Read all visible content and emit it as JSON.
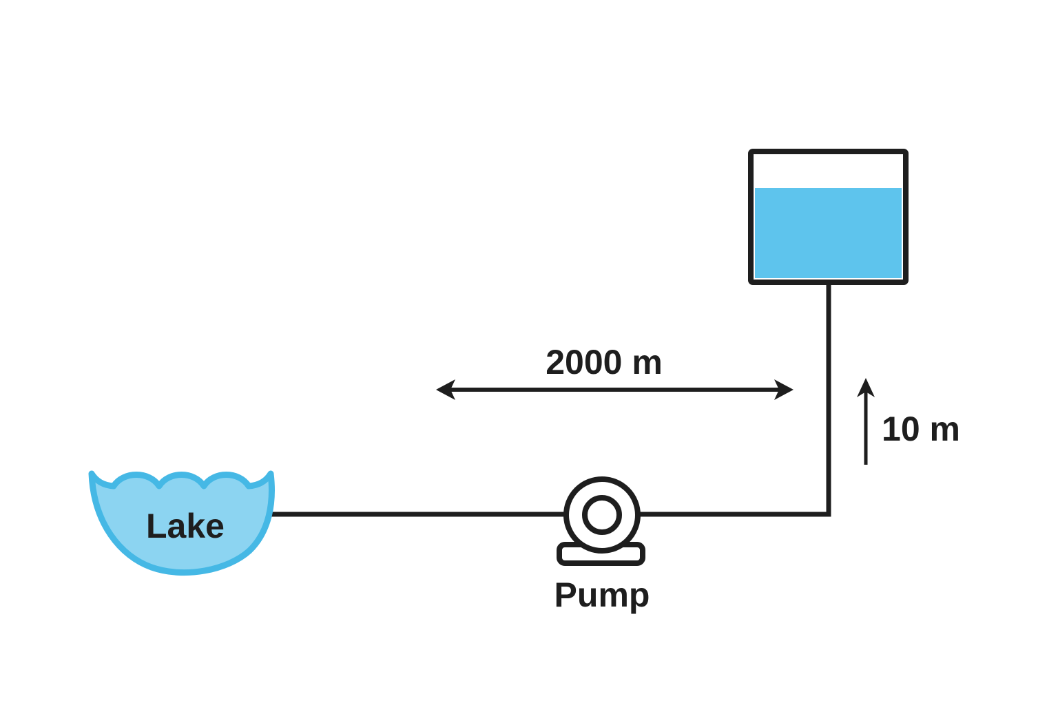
{
  "diagram": {
    "labels": {
      "lake": "Lake",
      "pump": "Pump",
      "horizontal_distance": "2000 m",
      "vertical_distance": "10 m"
    },
    "colors": {
      "background": "#FFFFFF",
      "line": "#1E1E1E",
      "text": "#1E1E1E",
      "lake_fill": "#8CD4F1",
      "lake_stroke": "#45B8E5",
      "tank_water_fill": "#5EC4ED",
      "tank_fill": "#FFFFFF",
      "pump_fill": "#FFFFFF"
    }
  }
}
